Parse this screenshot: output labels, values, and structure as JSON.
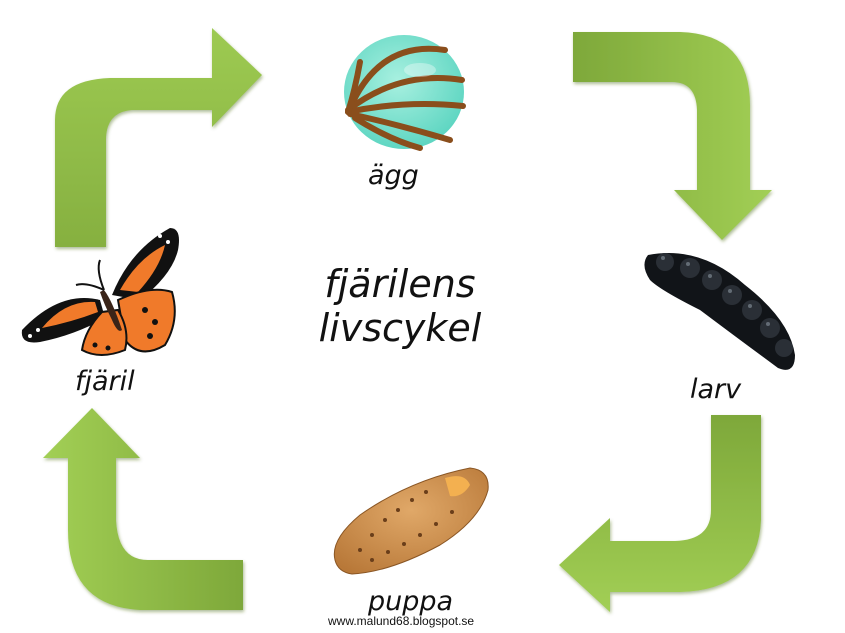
{
  "diagram": {
    "title_line1": "fjärilens",
    "title_line2": "livscykel",
    "credit": "www.malund68.blogspot.se",
    "arrow_color": "#8fc045",
    "arrow_color_dark": "#6e9a30",
    "stages": [
      {
        "id": "egg",
        "label": "ägg",
        "image": "turquoise-egg-with-brown-ribs"
      },
      {
        "id": "larva",
        "label": "larv",
        "image": "black-caterpillar"
      },
      {
        "id": "pupa",
        "label": "puppa",
        "image": "brown-pupa"
      },
      {
        "id": "butterfly",
        "label": "fjäril",
        "image": "orange-black-butterfly"
      }
    ],
    "arrows": [
      {
        "from": "fjäril",
        "to": "ägg",
        "position": "top-left",
        "direction": "up-then-right"
      },
      {
        "from": "ägg",
        "to": "larv",
        "position": "top-right",
        "direction": "right-then-down"
      },
      {
        "from": "larv",
        "to": "puppa",
        "position": "bottom-right",
        "direction": "down-then-left"
      },
      {
        "from": "puppa",
        "to": "fjäril",
        "position": "bottom-left",
        "direction": "left-then-up"
      }
    ]
  }
}
